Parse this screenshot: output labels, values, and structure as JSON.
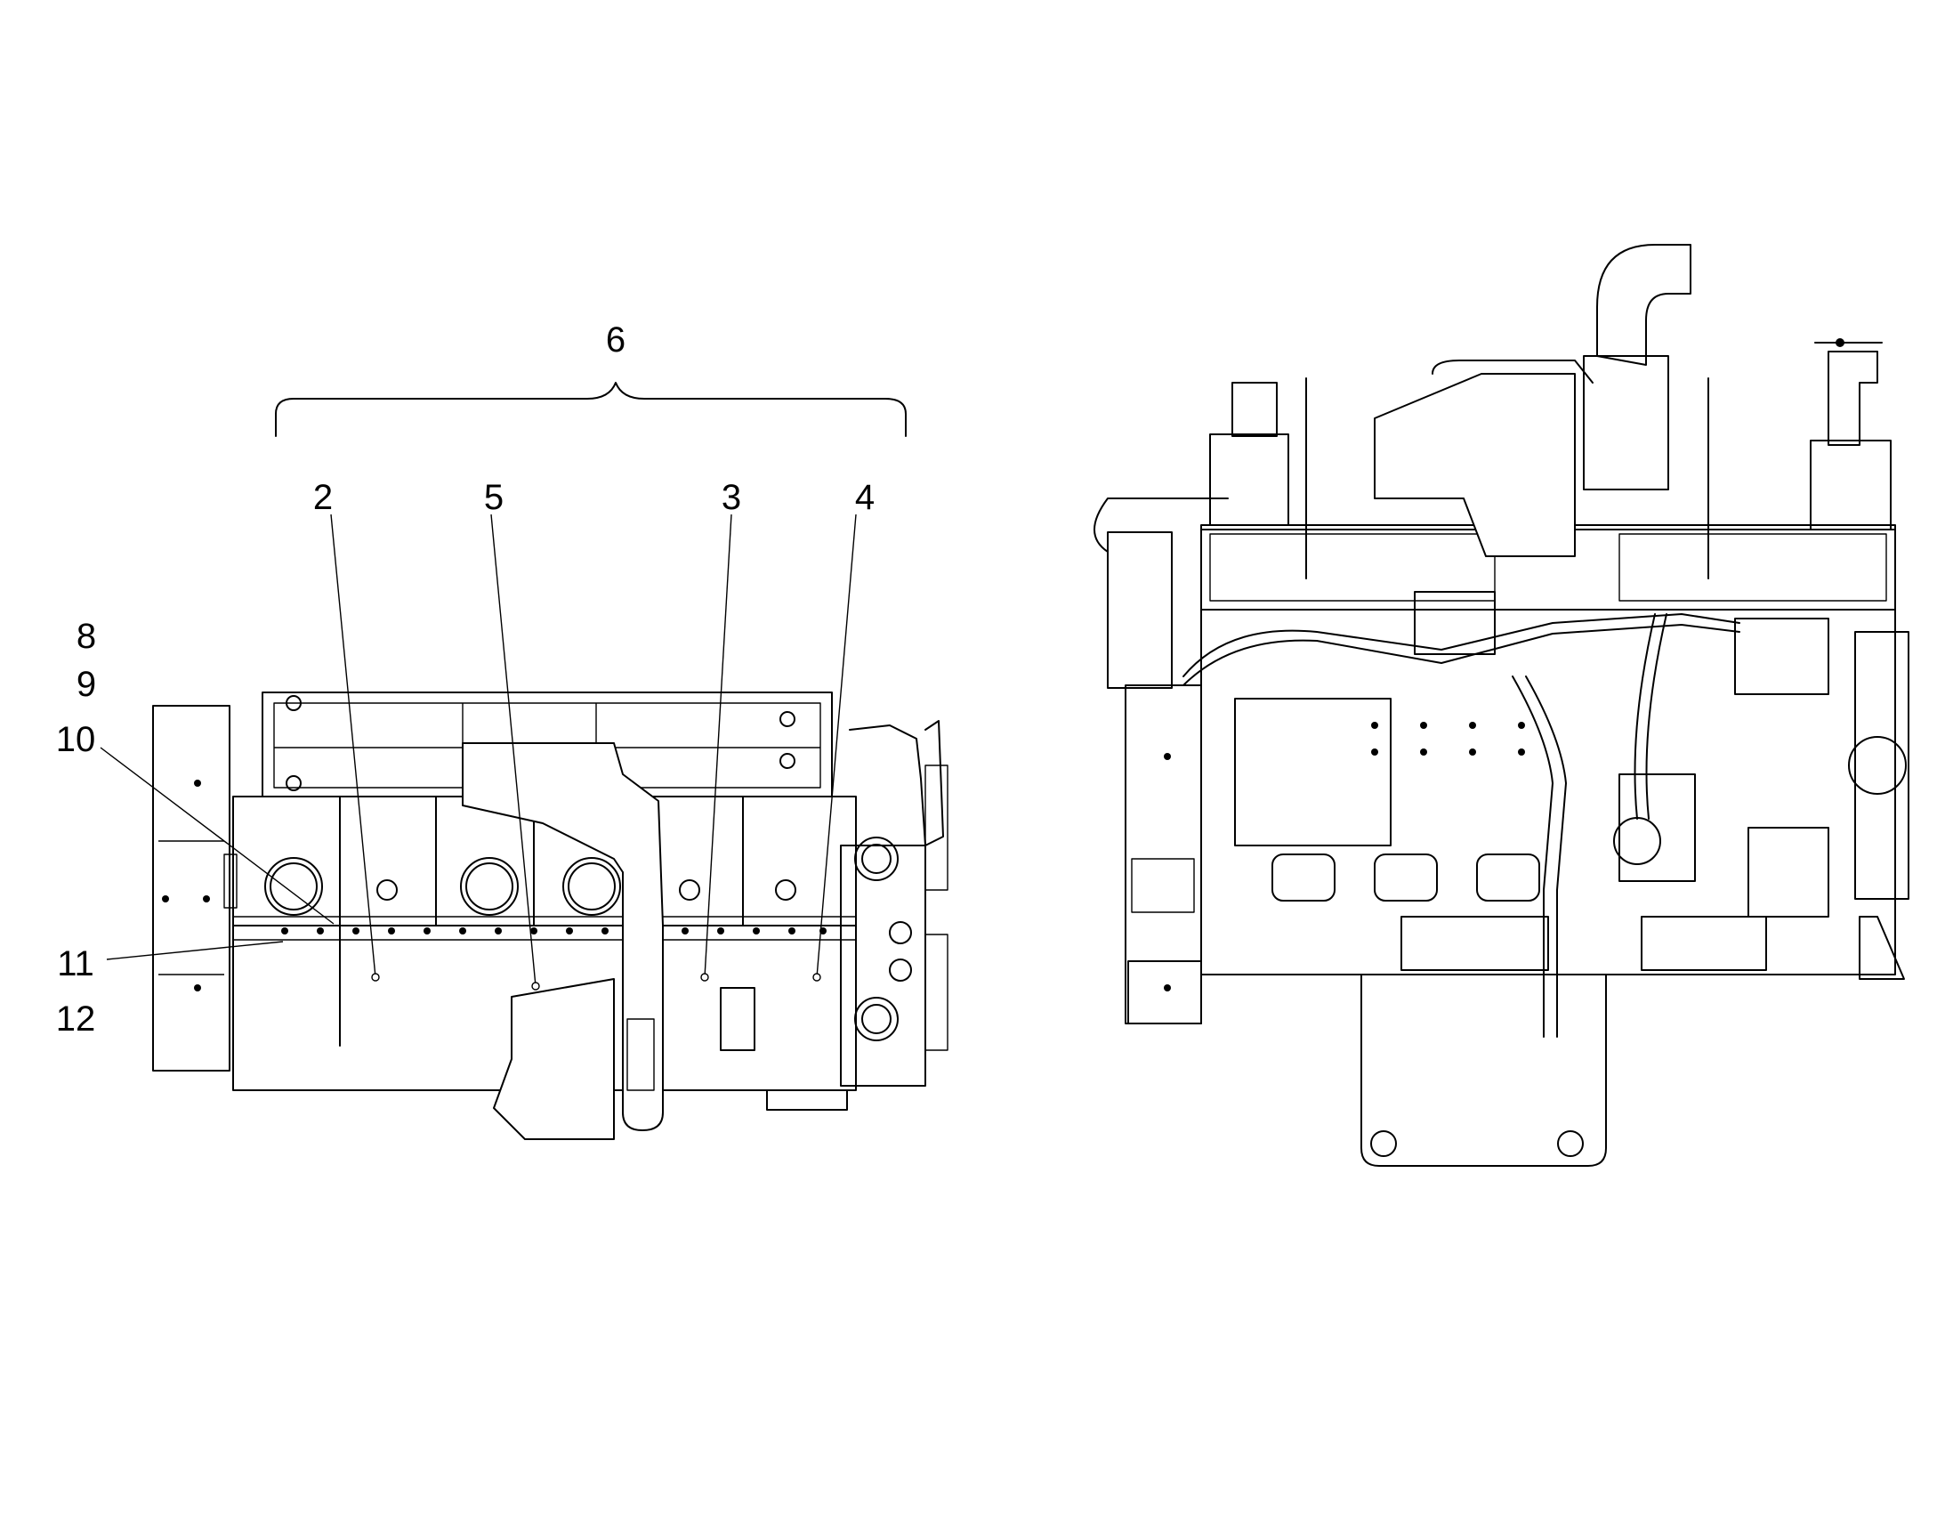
{
  "diagram": {
    "left_view_callouts": [
      "2",
      "3",
      "4",
      "5",
      "6",
      "8",
      "9",
      "10",
      "11",
      "12"
    ]
  },
  "callouts": {
    "c2": "2",
    "c3": "3",
    "c4": "4",
    "c5": "5",
    "c6": "6",
    "c8": "8",
    "c9": "9",
    "c10": "10",
    "c11": "11",
    "c12": "12"
  }
}
